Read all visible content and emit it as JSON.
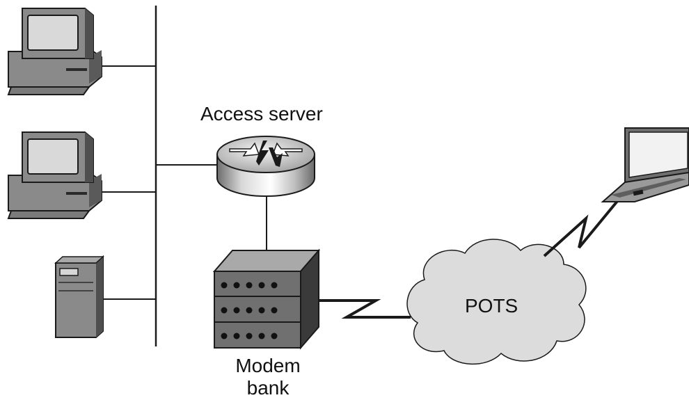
{
  "labels": {
    "access_server": "Access server",
    "modem_bank": [
      "Modem",
      "bank"
    ],
    "network_cloud": "POTS"
  },
  "devices": {
    "workstations": [
      "workstation-icon",
      "workstation-icon"
    ],
    "server": "server-tower-icon",
    "router": "router-icon",
    "modem_bank": "modem-bank-icon",
    "cloud": "cloud-icon",
    "remote_client": "laptop-icon"
  },
  "colors": {
    "line": "#1a1a1a",
    "cloud_fill": "#dcdcdc",
    "device_gray": "#8a8a8a"
  }
}
